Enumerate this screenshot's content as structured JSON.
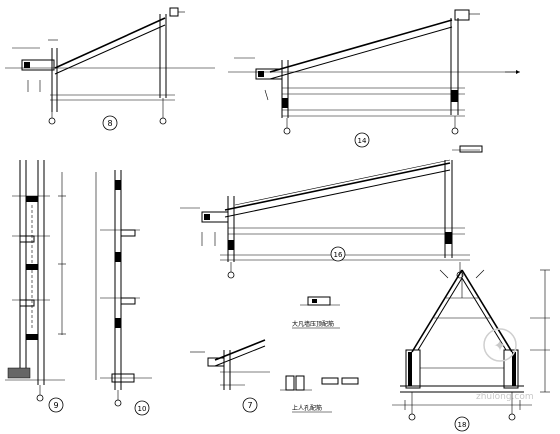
{
  "sheet": {
    "section_labels": {
      "s8": "8",
      "s14": "14",
      "s16": "16",
      "s9": "9",
      "s10": "10",
      "s7": "7",
      "s18": "18"
    },
    "captions": {
      "eave_detail": "大凡墙压顶配筋",
      "roof_access": "上人孔配筋"
    },
    "watermark": "zhulong.com"
  }
}
